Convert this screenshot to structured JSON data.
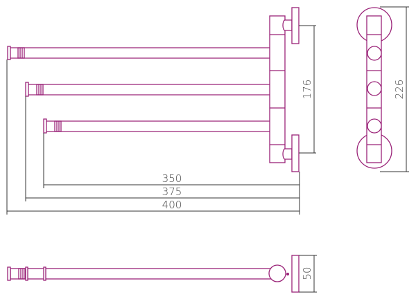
{
  "colors": {
    "product_outline": "#9a2378",
    "dimension_line": "#333333"
  },
  "dimensions": {
    "arm_short": "350",
    "arm_middle": "375",
    "arm_long": "400",
    "arm_spacing": "176",
    "total_height": "226",
    "depth": "50"
  }
}
